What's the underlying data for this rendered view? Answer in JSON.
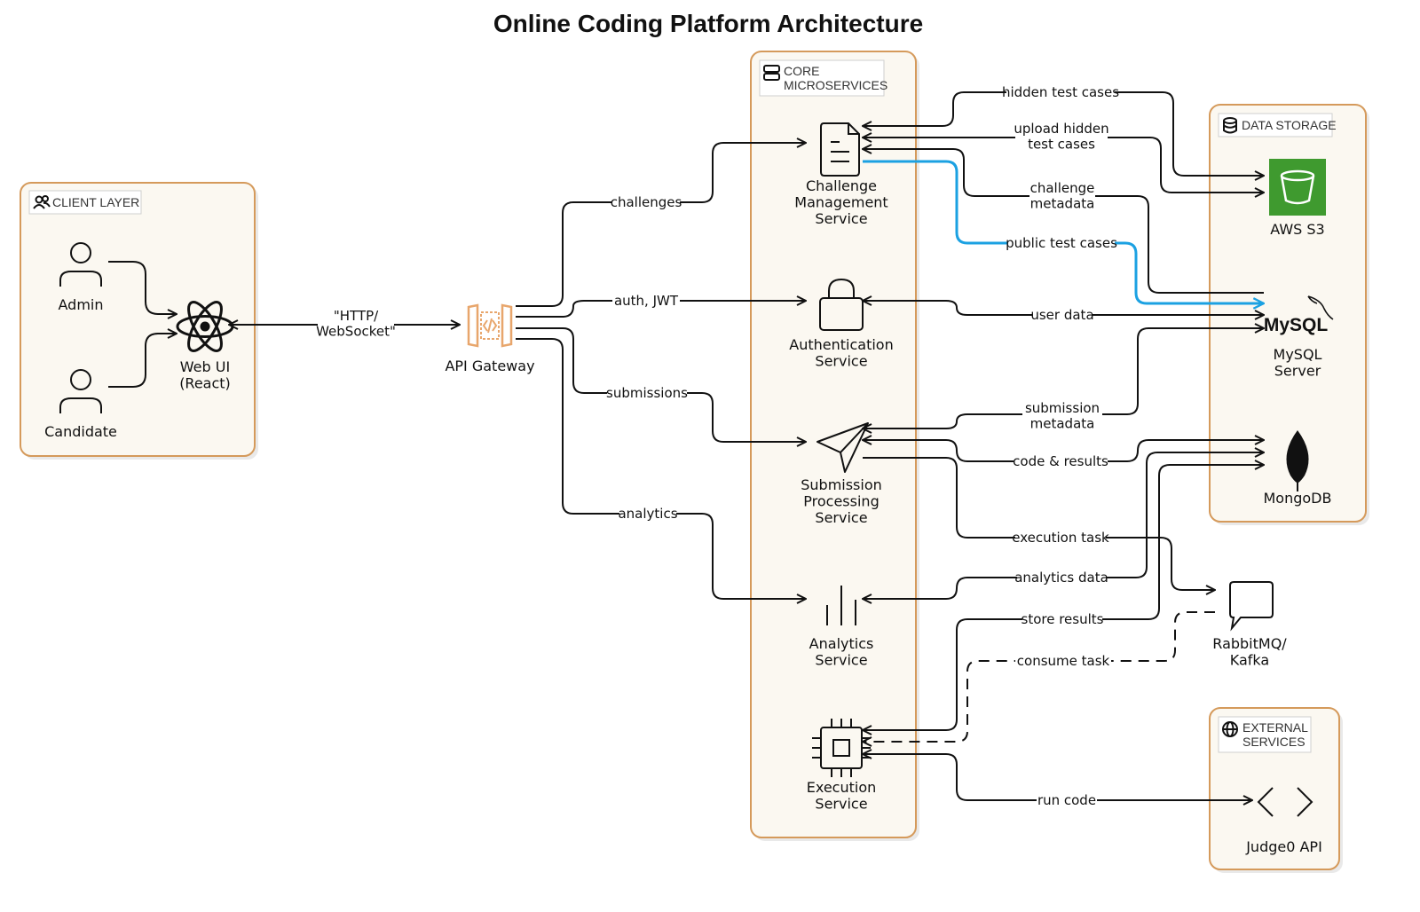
{
  "title": "Online Coding Platform Architecture",
  "groups": {
    "client": "CLIENT LAYER",
    "core": "CORE\nMICROSERVICES",
    "storage": "DATA STORAGE",
    "external": "EXTERNAL\nSERVICES"
  },
  "nodes": {
    "admin": "Admin",
    "candidate": "Candidate",
    "webui": "Web UI\n(React)",
    "gateway": "API Gateway",
    "challenge": "Challenge\nManagement\nService",
    "auth": "Authentication\nService",
    "submission": "Submission\nProcessing\nService",
    "analytics": "Analytics\nService",
    "execution": "Execution\nService",
    "s3": "AWS S3",
    "mysql": "MySQL\nServer",
    "mongodb": "MongoDB",
    "queue": "RabbitMQ/\nKafka",
    "judge0": "Judge0 API"
  },
  "logo_text": {
    "mysql": "MySQL"
  },
  "edges": {
    "http": "\"HTTP/\nWebSocket\"",
    "challenges": "challenges",
    "auth_jwt": "auth, JWT",
    "submissions": "submissions",
    "analytics": "analytics",
    "hidden_test_cases": "hidden test cases",
    "upload_hidden": "upload hidden\ntest cases",
    "challenge_metadata": "challenge\nmetadata",
    "public_test_cases": "public test cases",
    "user_data": "user data",
    "submission_metadata": "submission\nmetadata",
    "code_results": "code & results",
    "execution_task": "execution task",
    "analytics_data": "analytics data",
    "store_results": "store results",
    "consume_task": "consume task",
    "run_code": "run code"
  },
  "colors": {
    "group_border": "#d59a5b",
    "group_fill": "#fbf8f1",
    "highlight_edge": "#1ba1e2",
    "gateway_icon": "#e8a66c",
    "s3_green": "#3f9a2f"
  },
  "icons": {
    "client_group": "users-icon",
    "core_group": "server-icon",
    "storage_group": "database-icon",
    "external_group": "globe-icon",
    "admin": "user-icon",
    "candidate": "user-icon",
    "webui": "react-icon",
    "gateway": "api-gateway-icon",
    "challenge": "document-icon",
    "auth": "lock-icon",
    "submission": "paper-plane-icon",
    "analytics": "bar-chart-icon",
    "execution": "cpu-icon",
    "s3": "s3-bucket-icon",
    "mysql": "mysql-dolphin-icon",
    "mongodb": "mongodb-leaf-icon",
    "queue": "message-icon",
    "judge0": "code-brackets-icon"
  }
}
